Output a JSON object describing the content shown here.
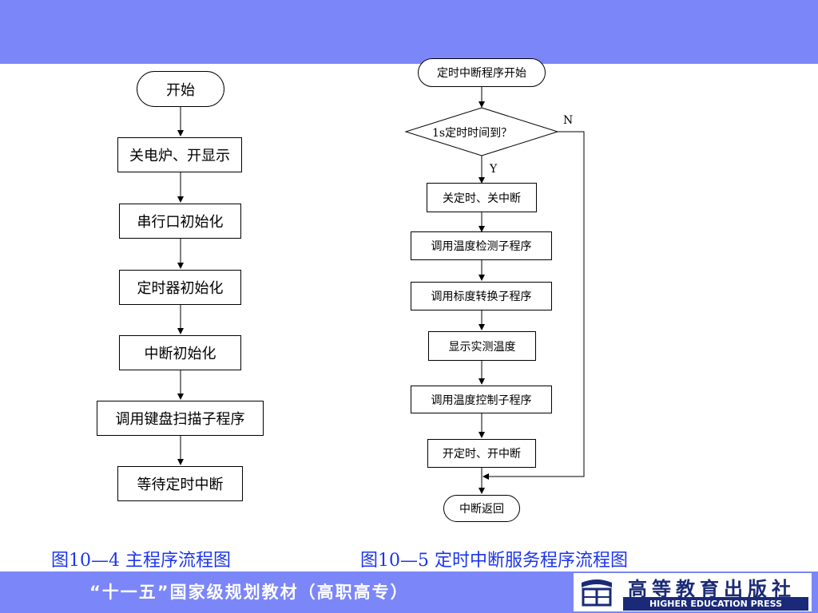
{
  "main_flow": {
    "start": "开始",
    "steps": [
      "关电炉、开显示",
      "串行口初始化",
      "定时器初始化",
      "中断初始化",
      "调用键盘扫描子程序",
      "等待定时中断"
    ]
  },
  "isr_flow": {
    "start": "定时中断程序开始",
    "decision": "1s定时时间到？",
    "yes_label": "Y",
    "no_label": "N",
    "steps": [
      "关定时、关中断",
      "调用温度检测子程序",
      "调用标度转换子程序",
      "显示实测温度",
      "调用温度控制子程序",
      "开定时、开中断"
    ],
    "end": "中断返回"
  },
  "captions": {
    "left": "图10—4  主程序流程图",
    "right": "图10—5  定时中断服务程序流程图"
  },
  "footer": {
    "series": "“十一五”国家级规划教材（高职高专）",
    "publisher_cn": "高等教育出版社",
    "publisher_en": "HIGHER EDUCATION PRESS"
  },
  "colors": {
    "header_band": "#7b86f8",
    "caption_text": "#1c35ee",
    "publisher_navy": "#1a2a78"
  }
}
